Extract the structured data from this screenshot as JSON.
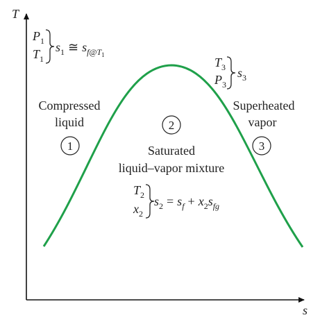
{
  "axes": {
    "y_label": "T",
    "x_label": "s"
  },
  "curve": {
    "name": "saturation-dome",
    "color": "#1fa04a"
  },
  "state1": {
    "p": "P",
    "t": "T",
    "sub": "1",
    "relation": {
      "s": "s",
      "sub1": "1",
      "approx": "≅",
      "sf": "s",
      "sf_sub": "f@T",
      "sf_subsub": "1"
    },
    "region_line1": "Compressed",
    "region_line2": "liquid",
    "marker": "1"
  },
  "state2": {
    "marker": "2",
    "region_line1": "Saturated",
    "region_line2": "liquid–vapor mixture",
    "t": "T",
    "x": "x",
    "sub": "2",
    "relation": {
      "s": "s",
      "sub": "2",
      "eq": "=",
      "sf": "s",
      "f": "f",
      "plus": "+",
      "x": "x",
      "x_sub": "2",
      "sfg": "s",
      "fg": "fg"
    }
  },
  "state3": {
    "t": "T",
    "p": "P",
    "sub": "3",
    "relation": {
      "s": "s",
      "sub": "3"
    },
    "region_line1": "Superheated",
    "region_line2": "vapor",
    "marker": "3"
  }
}
